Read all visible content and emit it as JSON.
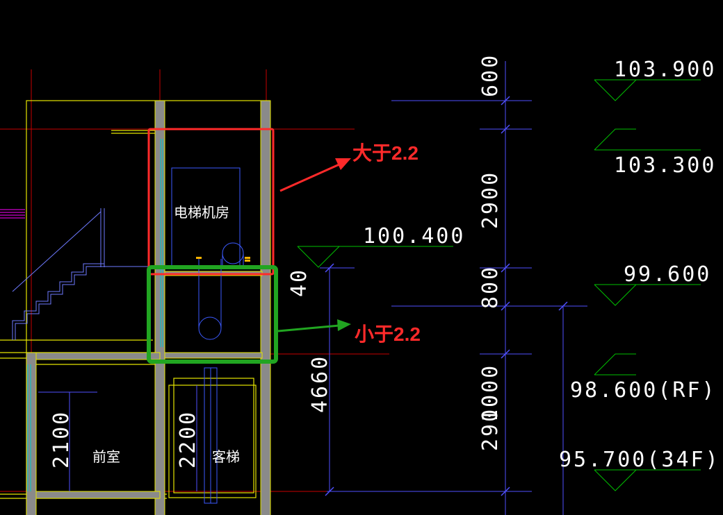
{
  "colors": {
    "background": "#000000",
    "grid_red": "#c80000",
    "wall_yellow": "#e6e600",
    "dim_blue": "#5050ff",
    "level_green": "#00c000",
    "anno_red": "#ff2a2a",
    "anno_green": "#21a521",
    "cyan": "#00c8c8"
  },
  "rooms": {
    "machine_room": "电梯机房",
    "anteroom": "前室",
    "passenger_elevator": "客梯"
  },
  "annotations": {
    "greater": "大于2.2",
    "less": "小于2.2"
  },
  "dimensions": {
    "d600": "600",
    "d2900_top": "2900",
    "d800": "800",
    "d40": "40",
    "d4660": "4660",
    "d2900_bottom": "2900",
    "d1000": "1000",
    "d2100": "2100",
    "d2200": "2200"
  },
  "levels": {
    "l103900": "103.900",
    "l103300": "103.300",
    "l100400": "100.400",
    "l99600": "99.600",
    "l98600": "98.600(RF)",
    "l95700": "95.700(34F)"
  }
}
